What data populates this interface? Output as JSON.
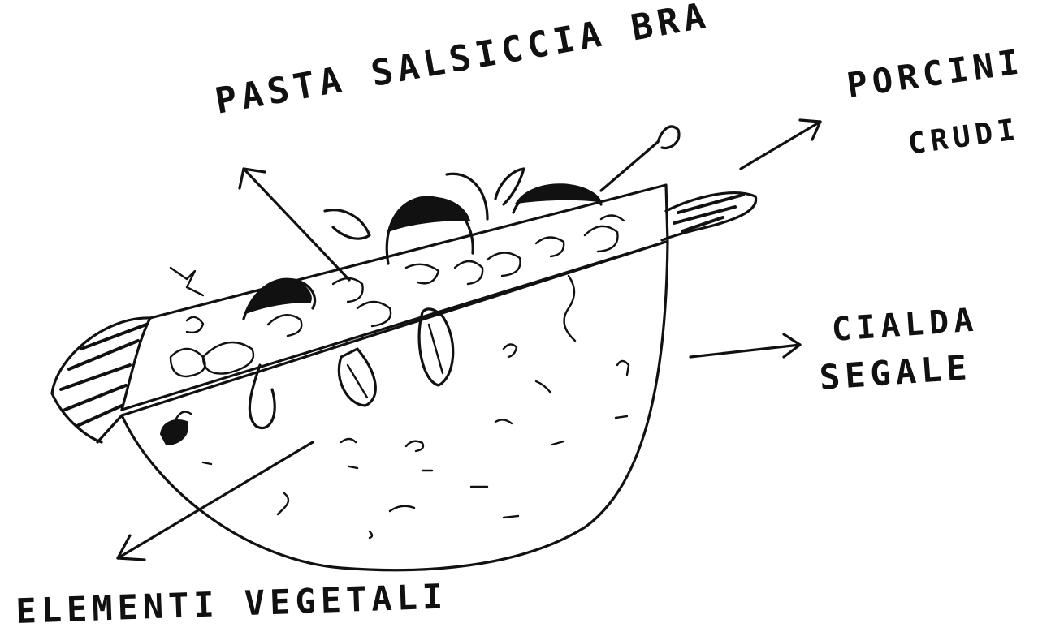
{
  "labels": {
    "pasta": "PASTA SALSICCIA BRA",
    "porcini_line1": "PORCINI",
    "porcini_line2": "CRUDI",
    "cialda_line1": "CIALDA",
    "cialda_line2": "SEGALE",
    "elementi": "ELEMENTI VEGETALI"
  },
  "ink_color": "#111111",
  "background_color": "#ffffff"
}
